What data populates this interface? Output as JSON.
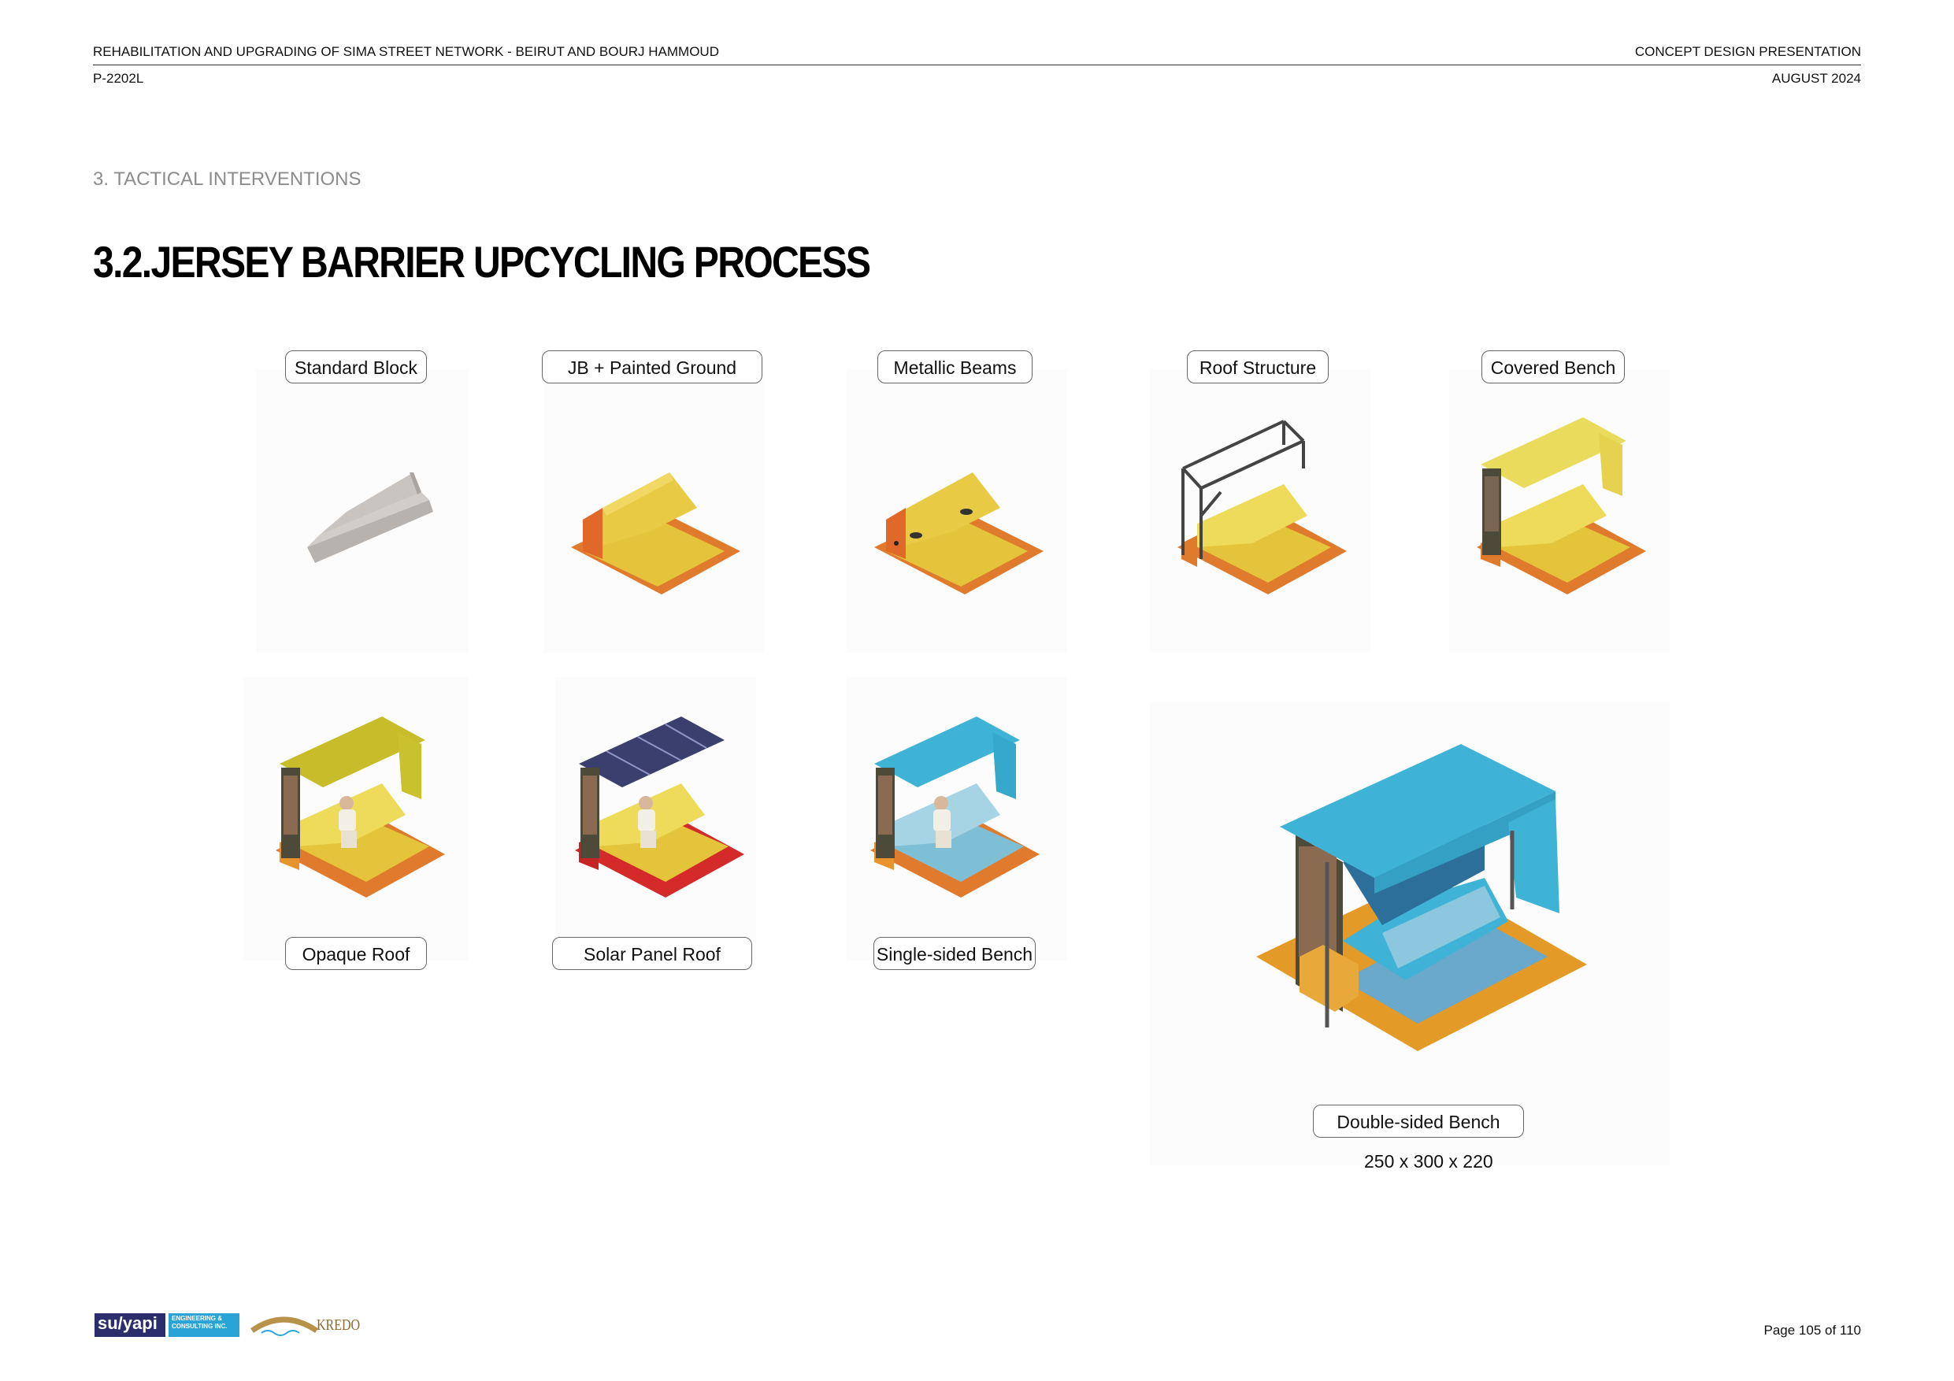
{
  "header": {
    "project": "REHABILITATION AND UPGRADING OF SIMA STREET NETWORK - BEIRUT AND BOURJ HAMMOUD",
    "code": "P-2202L",
    "doc_type": "CONCEPT DESIGN PRESENTATION",
    "date": "AUGUST 2024"
  },
  "section": "3. TACTICAL INTERVENTIONS",
  "title": "3.2.JERSEY BARRIER UPCYCLING PROCESS",
  "steps": [
    {
      "label": "Standard Block"
    },
    {
      "label": "JB + Painted Ground"
    },
    {
      "label": "Metallic Beams"
    },
    {
      "label": "Roof Structure"
    },
    {
      "label": "Covered Bench"
    },
    {
      "label": "Opaque Roof"
    },
    {
      "label": "Solar Panel Roof"
    },
    {
      "label": "Single-sided Bench"
    },
    {
      "label": "Double-sided Bench",
      "dimensions": "250 x 300 x 220"
    }
  ],
  "footer": {
    "page": "Page 105 of 110",
    "logo_text_1": "su/yapi",
    "logo_sub_1a": "ENGINEERING &",
    "logo_sub_1b": "CONSULTING INC.",
    "logo_text_2": "KREDO"
  },
  "colors": {
    "concrete": "#c9c4bf",
    "yellow": "#e4c43a",
    "orange": "#e07a2c",
    "blue": "#3fb3d6",
    "red": "#d42a2a",
    "solar": "#3a3f6e",
    "frame": "#444444"
  }
}
